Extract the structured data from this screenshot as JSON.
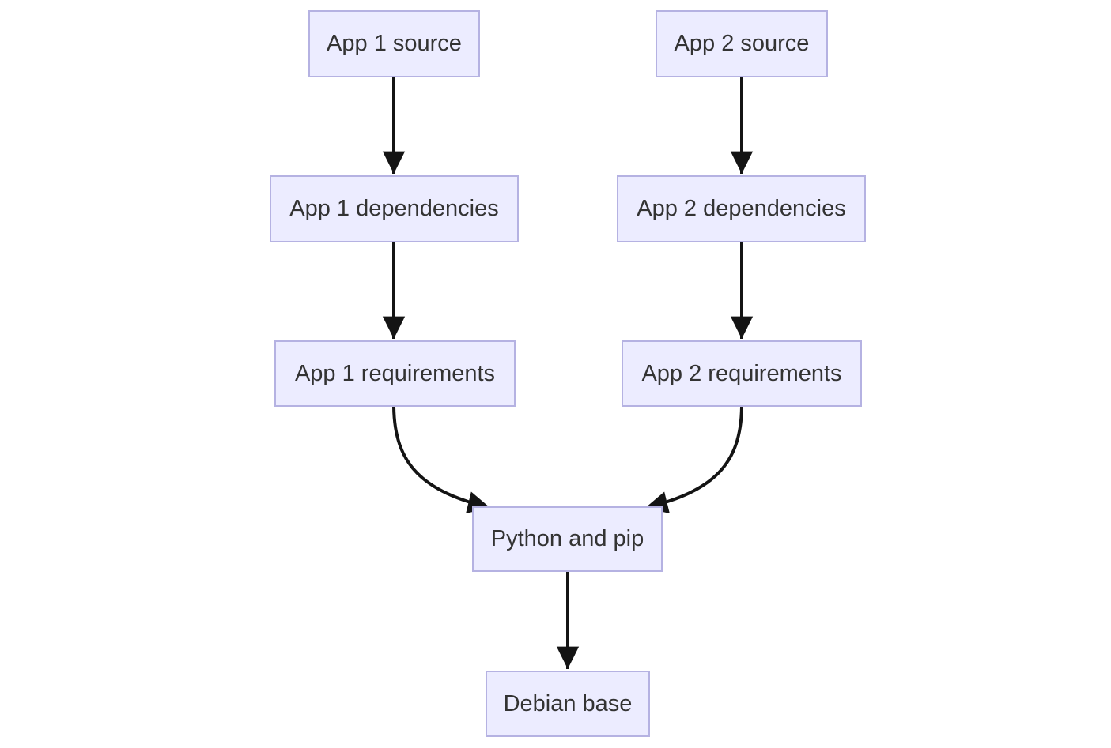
{
  "diagram": {
    "type": "flowchart",
    "direction": "top-down",
    "nodes": [
      {
        "id": "app1-source",
        "label": "App 1 source"
      },
      {
        "id": "app2-source",
        "label": "App 2 source"
      },
      {
        "id": "app1-dependencies",
        "label": "App 1 dependencies"
      },
      {
        "id": "app2-dependencies",
        "label": "App 2 dependencies"
      },
      {
        "id": "app1-requirements",
        "label": "App 1 requirements"
      },
      {
        "id": "app2-requirements",
        "label": "App 2 requirements"
      },
      {
        "id": "python-and-pip",
        "label": "Python and pip"
      },
      {
        "id": "debian-base",
        "label": "Debian base"
      }
    ],
    "edges": [
      {
        "from": "app1-source",
        "to": "app1-dependencies"
      },
      {
        "from": "app2-source",
        "to": "app2-dependencies"
      },
      {
        "from": "app1-dependencies",
        "to": "app1-requirements"
      },
      {
        "from": "app2-dependencies",
        "to": "app2-requirements"
      },
      {
        "from": "app1-requirements",
        "to": "python-and-pip"
      },
      {
        "from": "app2-requirements",
        "to": "python-and-pip"
      },
      {
        "from": "python-and-pip",
        "to": "debian-base"
      }
    ]
  },
  "colors": {
    "background": "#ffffff",
    "node_fill": "#ececff",
    "node_border": "#b5b2e2",
    "text": "#333333",
    "arrow": "#141414"
  }
}
